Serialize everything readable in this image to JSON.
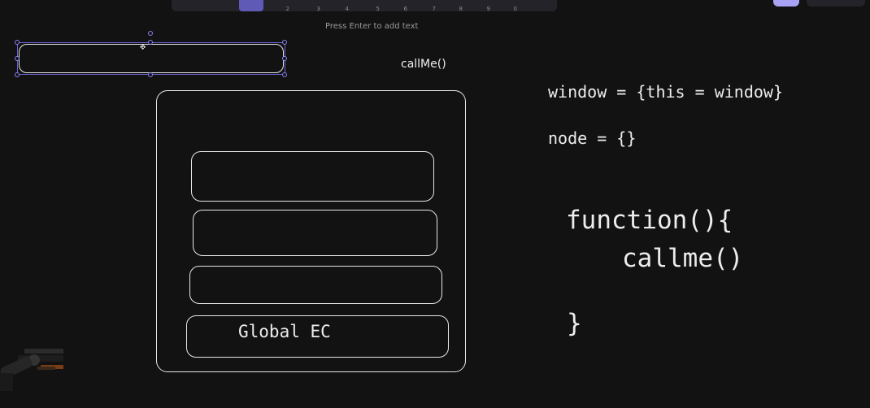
{
  "toolbar": {
    "tools": [
      {
        "name": "rectangle-tool",
        "key": "2"
      },
      {
        "name": "diamond-tool",
        "key": "3"
      },
      {
        "name": "ellipse-tool",
        "key": "4"
      },
      {
        "name": "arrow-tool",
        "key": "5"
      },
      {
        "name": "line-tool",
        "key": "6"
      },
      {
        "name": "draw-tool",
        "key": "7"
      },
      {
        "name": "text-tool",
        "key": "8"
      },
      {
        "name": "image-tool",
        "key": "9"
      },
      {
        "name": "eraser-tool",
        "key": "0"
      }
    ]
  },
  "canvas": {
    "hint": "Press Enter to add text",
    "callme_label": "callMe()",
    "global_ec_label": "Global EC",
    "code": {
      "window_line": "window = {this = window}",
      "node_line": "node = {}",
      "function_open": "function(){",
      "call_line": "callme()",
      "function_close": "}"
    }
  }
}
